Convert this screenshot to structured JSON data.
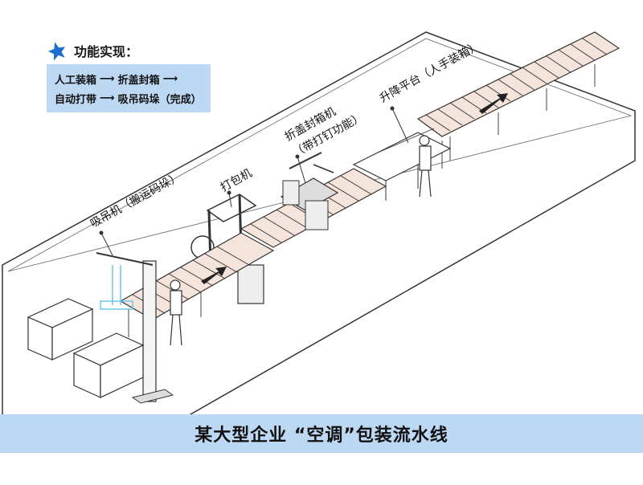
{
  "header": {
    "icon": "star-icon",
    "title": "功能实现：",
    "accent": "#1e6fd0",
    "panel_color": "#bcd8f3"
  },
  "function_flow": {
    "line1": {
      "step1": "人工装箱",
      "step2": "折盖封箱"
    },
    "line2": {
      "step1": "自动打带",
      "step2": "吸吊码垛（完成）"
    },
    "arrow": "⟶"
  },
  "labels": {
    "lift_platform": "升降平台（人手装箱）",
    "folding_sealer_line1": "折盖封箱机",
    "folding_sealer_line2": "（带打钉功能）",
    "strapping_machine": "打包机",
    "vacuum_lifter": "吸吊机（搬运码垛）"
  },
  "footer": {
    "title": "某大型企业 “空调”包装流水线"
  }
}
